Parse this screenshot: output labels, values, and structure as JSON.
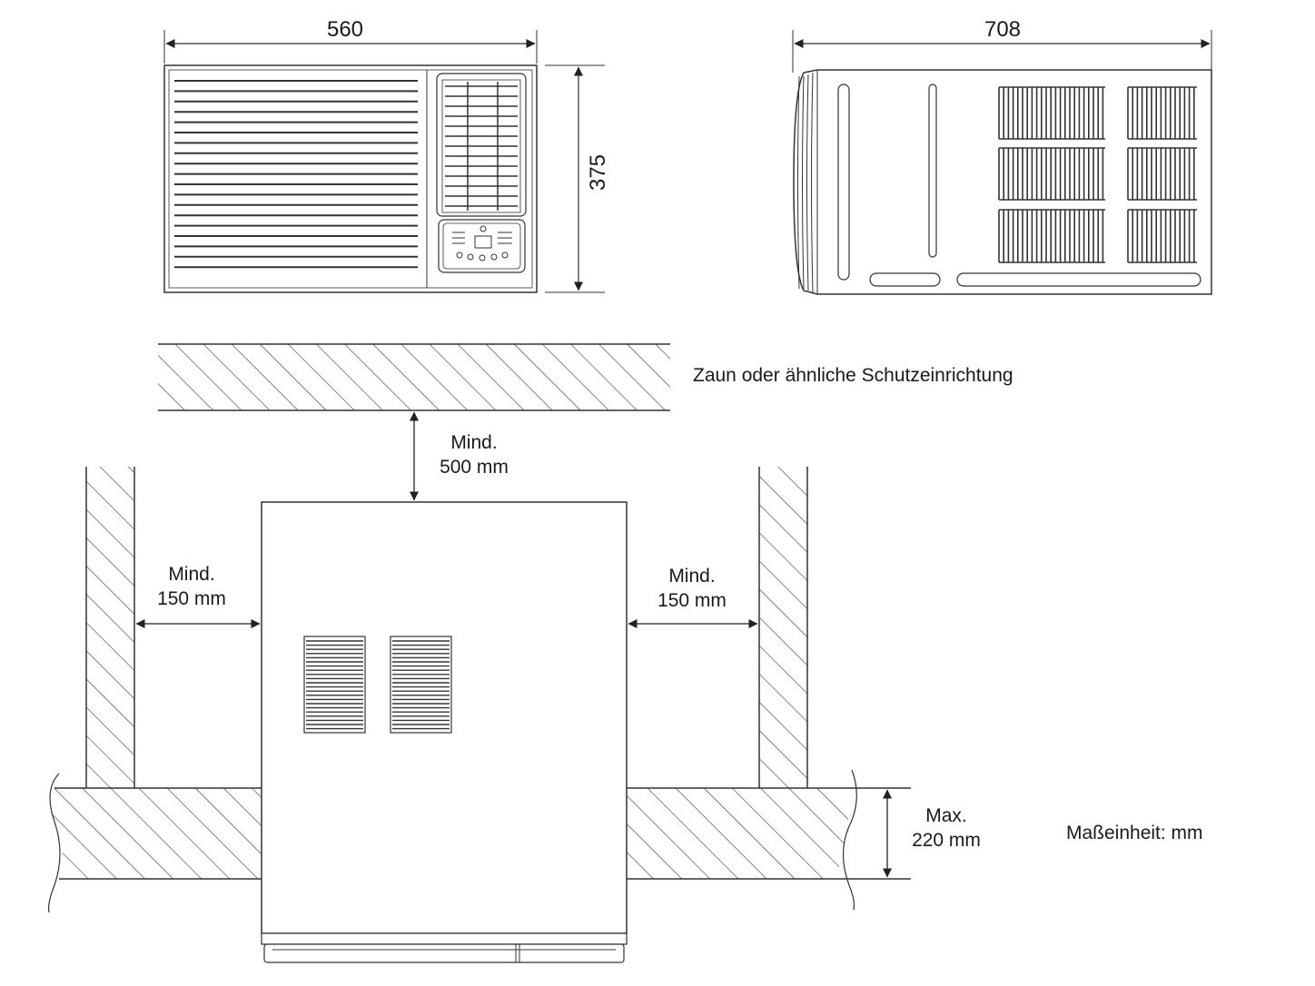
{
  "front_view": {
    "width_label": "560",
    "height_label": "375"
  },
  "side_view": {
    "depth_label": "708"
  },
  "fence": {
    "label": "Zaun oder ähnliche Schutzeinrichtung"
  },
  "clearance_top": {
    "line1": "Mind.",
    "line2": "500 mm"
  },
  "clearance_left": {
    "line1": "Mind.",
    "line2": "150 mm"
  },
  "clearance_right": {
    "line1": "Mind.",
    "line2": "150 mm"
  },
  "wall_thickness": {
    "line1": "Max.",
    "line2": "220 mm"
  },
  "unit_note": "Maßeinheit: mm",
  "colors": {
    "line": "#333333",
    "hatch": "#444444",
    "background": "#ffffff"
  }
}
